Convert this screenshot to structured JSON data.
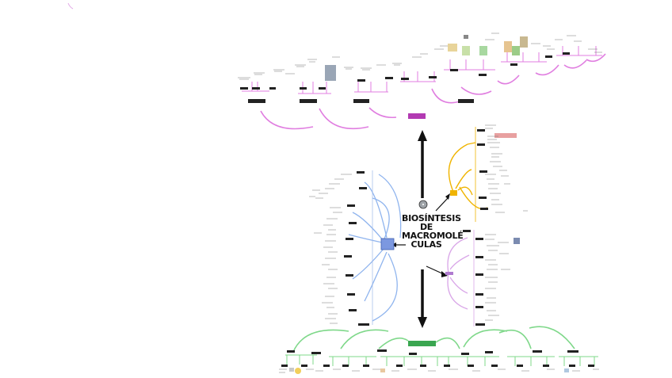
{
  "title": {
    "lines": [
      "BIOSÍNTESIS",
      "DE",
      "MACROMOLÉ",
      "CULAS"
    ],
    "subtitle": ""
  },
  "colors": {
    "top_branch": "#e07ee0",
    "right_top_branch": "#f0b400",
    "right_bottom_branch": "#d9a6e8",
    "left_branch": "#8fb4ee",
    "bottom_branch": "#7fd88a",
    "main_arrow": "#111111",
    "node_box": "#222222",
    "subtitle_bg": "#f5c242"
  },
  "icons": [
    "compass-icon"
  ]
}
